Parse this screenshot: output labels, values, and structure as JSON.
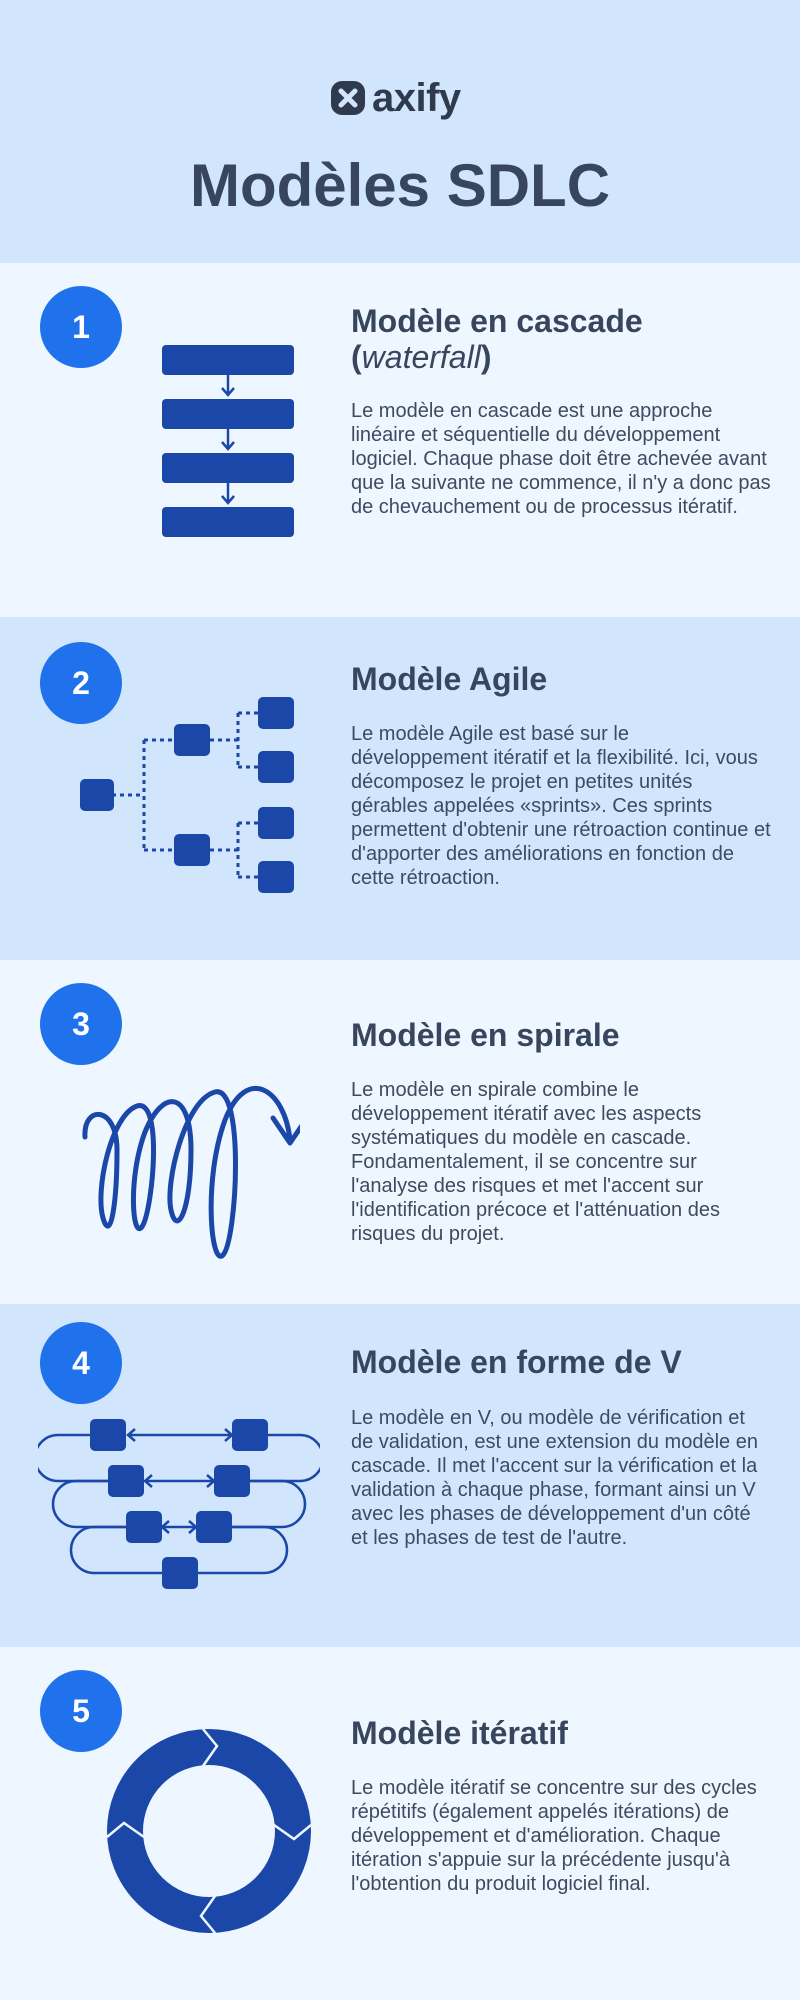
{
  "header": {
    "logo_text": "axify",
    "logo_icon": "axify-logo-icon",
    "title": "Modèles SDLC"
  },
  "colors": {
    "header_bg": "#d1e6fd",
    "light_bg": "#eef6ff",
    "badge": "#1f72ec",
    "illustration": "#1a47a8",
    "text": "#37465c"
  },
  "sections": [
    {
      "number": "1",
      "title": "Modèle en cascade",
      "title_paren_open": "(",
      "title_italic": "waterfall",
      "title_paren_close": ")",
      "description": "Le modèle en cascade est une approche linéaire et séquentielle du développement logiciel. Chaque phase doit être achevée avant que la suivante ne commence, il n'y a donc pas de chevauchement ou de processus itératif.",
      "illustration": "waterfall-diagram-icon"
    },
    {
      "number": "2",
      "title": "Modèle Agile",
      "description": "Le modèle Agile est basé sur le développement itératif et la flexibilité. Ici, vous décomposez le projet en petites unités gérables appelées «sprints». Ces sprints permettent d'obtenir une rétroaction continue et d'apporter des améliorations en fonction de cette rétroaction.",
      "illustration": "agile-tree-diagram-icon"
    },
    {
      "number": "3",
      "title": "Modèle en spirale",
      "description": "Le modèle en spirale combine le développement itératif avec les aspects systématiques du modèle en cascade. Fondamentalement, il se concentre sur l'analyse des risques et met l'accent sur l'identification précoce et l'atténuation des risques du projet.",
      "illustration": "spiral-arrow-icon"
    },
    {
      "number": "4",
      "title": "Modèle en forme de V",
      "description": "Le modèle en V, ou modèle de vérification et de validation, est une extension du modèle en cascade. Il met l'accent sur la vérification et la validation à chaque phase, formant ainsi un V avec les phases de développement d'un côté et les phases de test de l'autre.",
      "illustration": "v-model-diagram-icon"
    },
    {
      "number": "5",
      "title": "Modèle itératif",
      "description": "Le modèle itératif se concentre sur des cycles répétitifs (également appelés itérations) de développement et d'amélioration. Chaque itération s'appuie sur la précédente jusqu'à l'obtention du produit logiciel final.",
      "illustration": "iterative-cycle-icon"
    }
  ]
}
